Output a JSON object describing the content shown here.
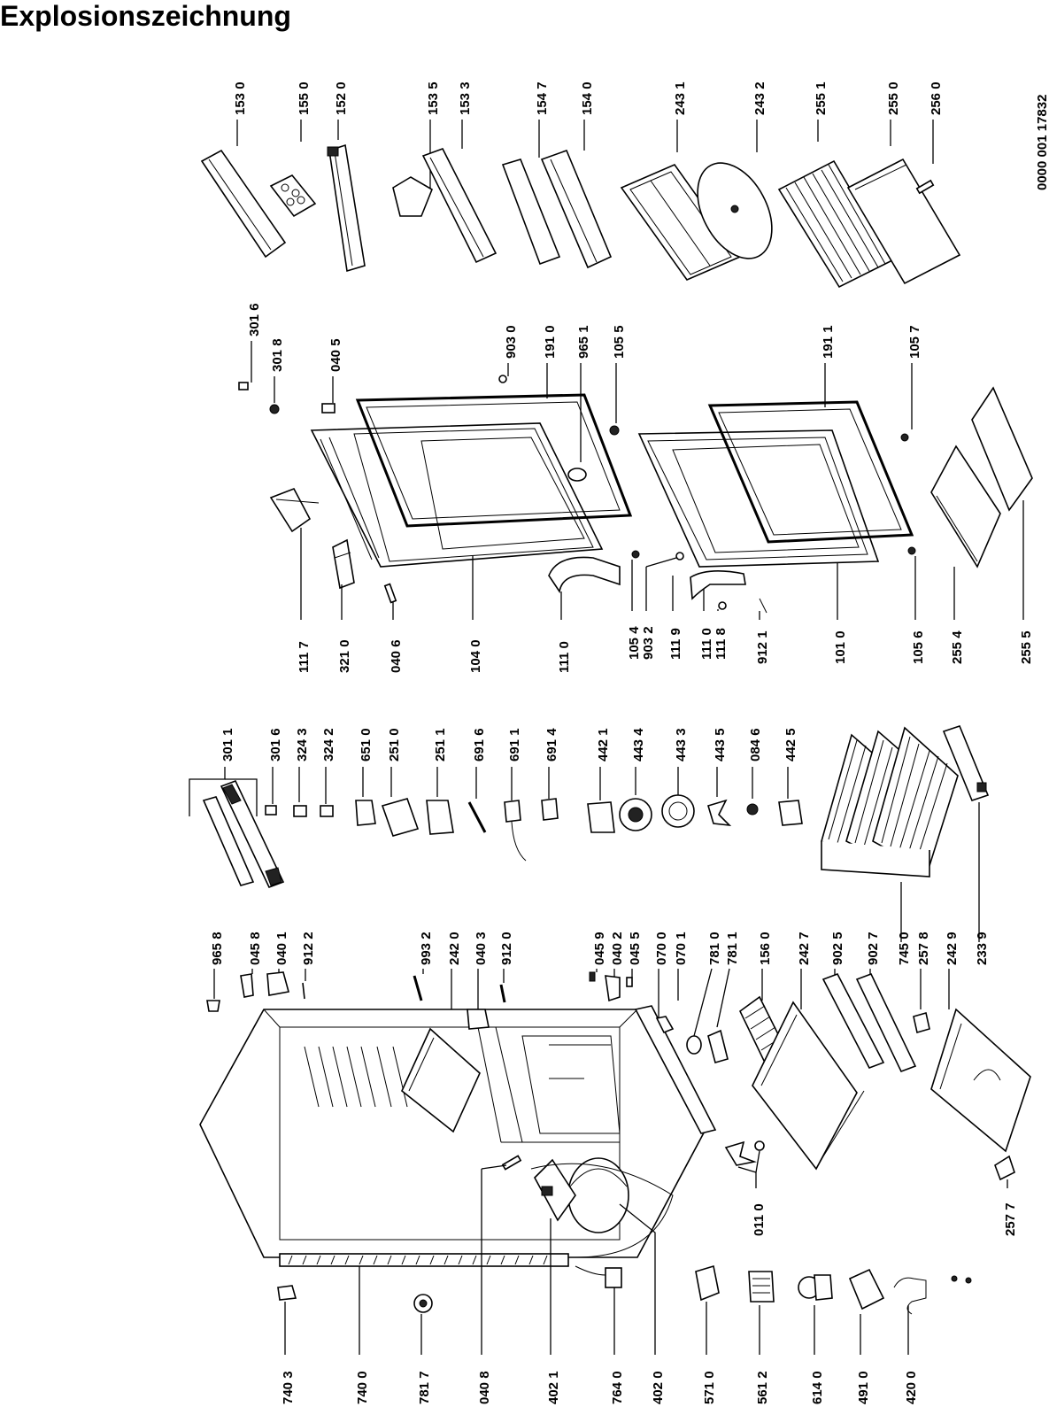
{
  "title": "Explosionszeichnung",
  "document_code": "0000 001 17832",
  "column_shelves": [
    "153 0",
    "155 0",
    "152 0",
    "153 5",
    "153 3",
    "154 7",
    "154 0",
    "243 1",
    "243 2",
    "255 1",
    "255 0",
    "256 0"
  ],
  "column_doors_top": [
    "301 6",
    "301 8",
    "040 5",
    "903 0",
    "191 0",
    "965 1",
    "105 5",
    "191 1",
    "105 7"
  ],
  "column_doors_bottom": [
    "111 7",
    "321 0",
    "040 6",
    "104 0",
    "111 0",
    "105 4",
    "903 2",
    "111 9",
    "111 0",
    "111 8",
    "912 1",
    "101 0",
    "105 6",
    "255 4",
    "255 5"
  ],
  "column_small_parts": [
    "301 1",
    "301 6",
    "324 3",
    "324 2",
    "651 0",
    "251 0",
    "251 1",
    "691 6",
    "691 1",
    "691 4",
    "442 1",
    "443 4",
    "443 3",
    "443 5",
    "084 6",
    "442 5"
  ],
  "column_cabinet_top": [
    "965 8",
    "045 8",
    "040 1",
    "912 2",
    "993 2",
    "242 0",
    "040 3",
    "912 0",
    "045 9",
    "040 2",
    "045 5",
    "070 0",
    "070 1",
    "781 0",
    "781 1",
    "156 0",
    "242 7",
    "902 5",
    "902 7",
    "745 0",
    "257 8",
    "242 9",
    "233 9"
  ],
  "column_cabinet_bottom": [
    "011 0",
    "257 7"
  ],
  "column_bottom_left": [
    "740 3",
    "740 0",
    "781 7",
    "040 8",
    "402 1",
    "764 0",
    "402 0",
    "571 0",
    "561 2",
    "614 0",
    "491 0",
    "420 0"
  ]
}
